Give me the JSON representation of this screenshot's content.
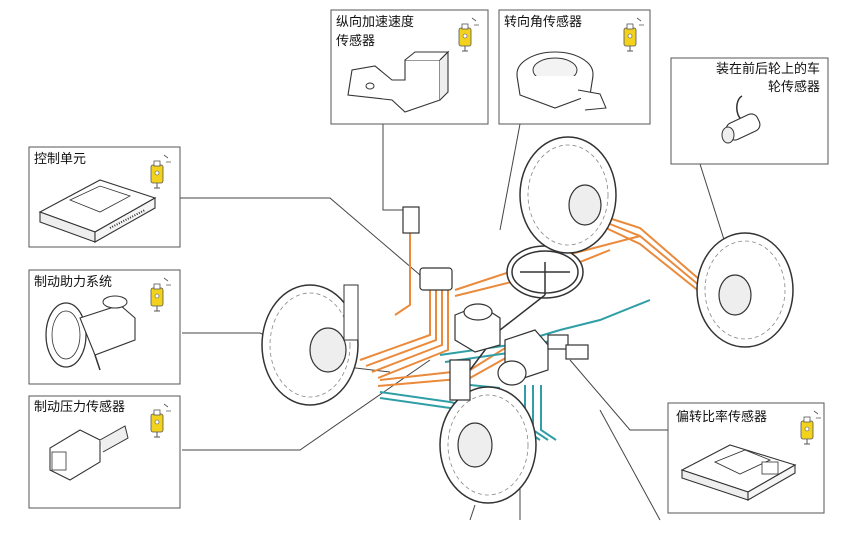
{
  "labels": {
    "longitudinal_accel": [
      "纵向加速速度",
      "传感器"
    ],
    "steering_angle": "转向角传感器",
    "wheel_sensor": [
      "装在前后轮上的车",
      "轮传感器"
    ],
    "control_unit": "控制单元",
    "brake_booster": "制动助力系统",
    "brake_pressure": "制动压力传感器",
    "yaw_rate": "偏转比率传感器"
  },
  "colors": {
    "orange": "#ea8a3a",
    "orange_dark": "#d9691c",
    "teal": "#2f9ea6",
    "line": "#444444",
    "badge_yellow": "#f2d21c"
  },
  "icon": "info-badge-icon"
}
